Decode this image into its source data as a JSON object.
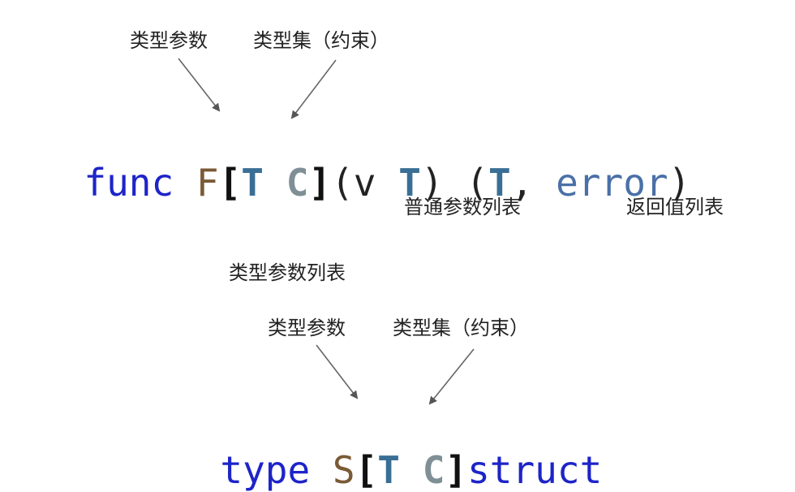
{
  "func_section": {
    "label_type_param": "类型参数",
    "label_type_set": "类型集（约束）",
    "code": {
      "keyword": "func",
      "name": "F",
      "open_bracket": "[",
      "type_param": "T",
      "constraint": "C",
      "close_bracket": "]",
      "params_open": "(v",
      "param_type": "T",
      "params_close": ")",
      "ret_open": "(",
      "ret_type": "T",
      "ret_comma": ",",
      "ret_error": "error",
      "ret_close": ")"
    },
    "label_params": "普通参数列表",
    "label_returns": "返回值列表"
  },
  "type_section": {
    "label_type_param_list": "类型参数列表",
    "label_type_param": "类型参数",
    "label_type_set": "类型集（约束）",
    "code": {
      "keyword": "type",
      "name": "S",
      "open_bracket": "[",
      "type_param": "T",
      "constraint": "C",
      "close_bracket": "]",
      "tail": "struct"
    }
  },
  "colors": {
    "keyword": "#1d24c8",
    "type_name": "#7a5a35",
    "type_param": "#3a6f95",
    "constraint": "#7f8f96",
    "error_ident": "#4a70a8"
  }
}
